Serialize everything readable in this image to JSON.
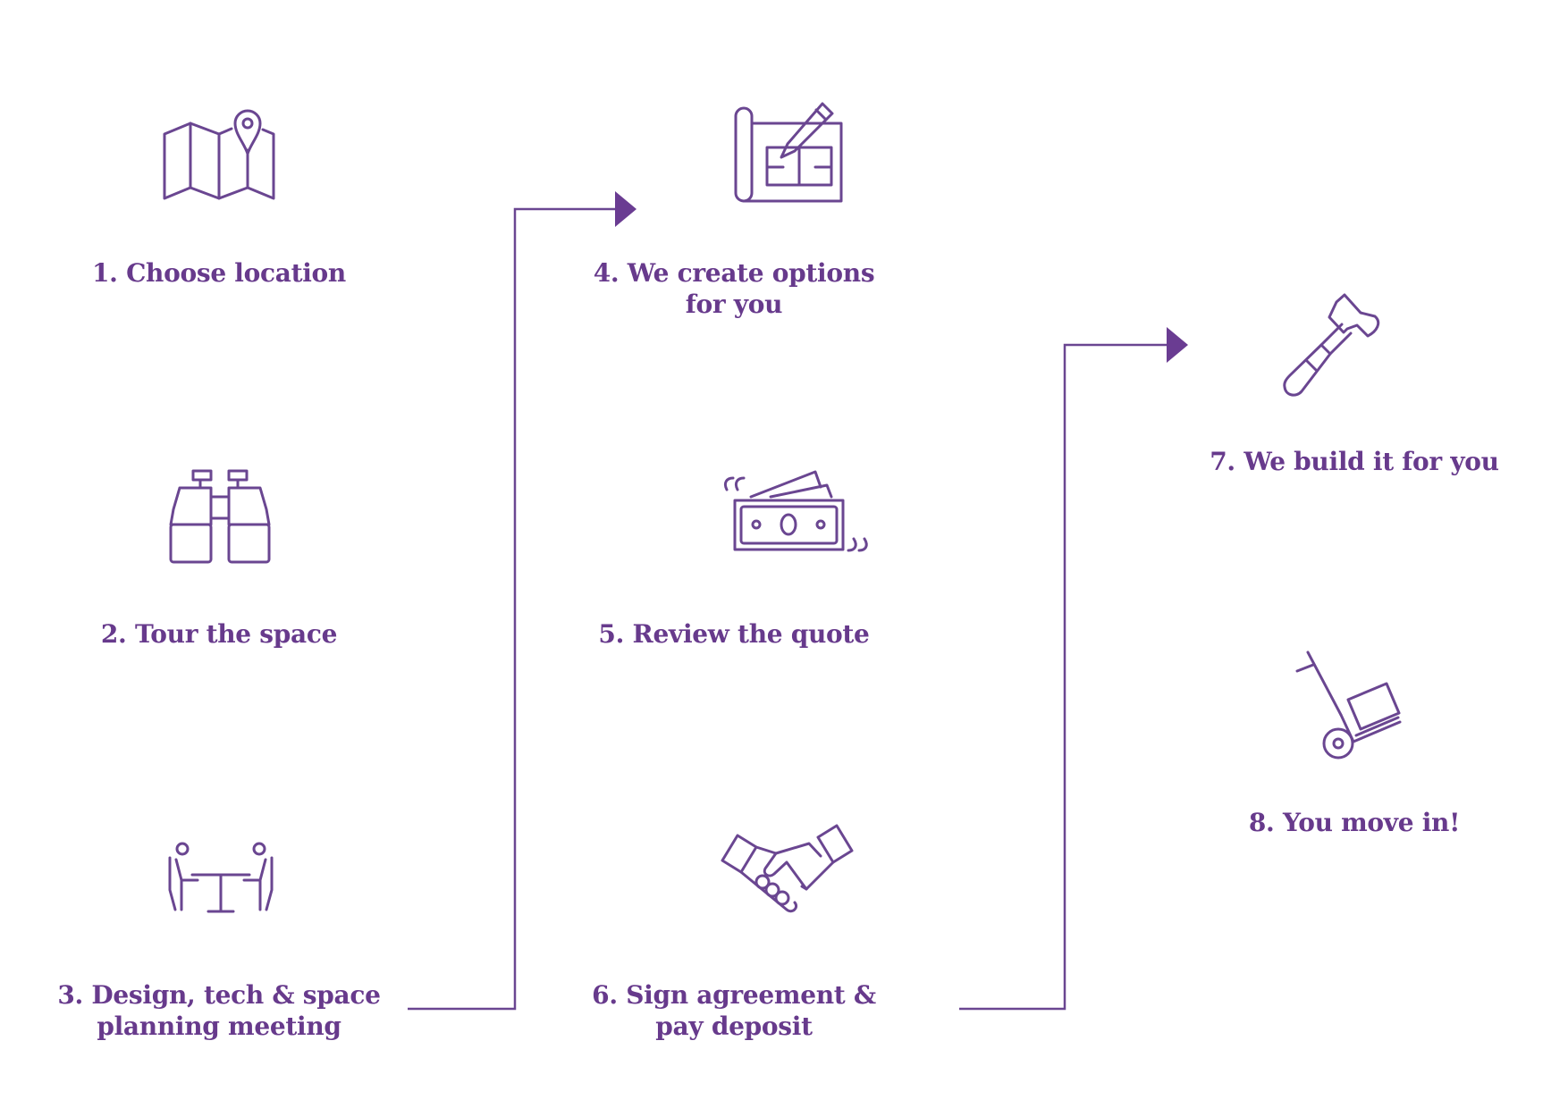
{
  "theme": {
    "accent": "#673a8c",
    "icon_stroke": "#6a4691",
    "background": "#ffffff"
  },
  "steps": [
    {
      "label": "1. Choose location",
      "icon": "map-pin-icon"
    },
    {
      "label": "2. Tour the space",
      "icon": "binoculars-icon"
    },
    {
      "label": "3. Design, tech & space planning meeting",
      "icon": "meeting-table-icon"
    },
    {
      "label": "4. We create options for you",
      "icon": "blueprint-pencil-icon"
    },
    {
      "label": "5. Review the quote",
      "icon": "banknote-quote-icon"
    },
    {
      "label": "6. Sign agreement & pay deposit",
      "icon": "handshake-icon"
    },
    {
      "label": "7. We build it for you",
      "icon": "hammer-icon"
    },
    {
      "label": "8. You move in!",
      "icon": "hand-truck-icon"
    }
  ]
}
